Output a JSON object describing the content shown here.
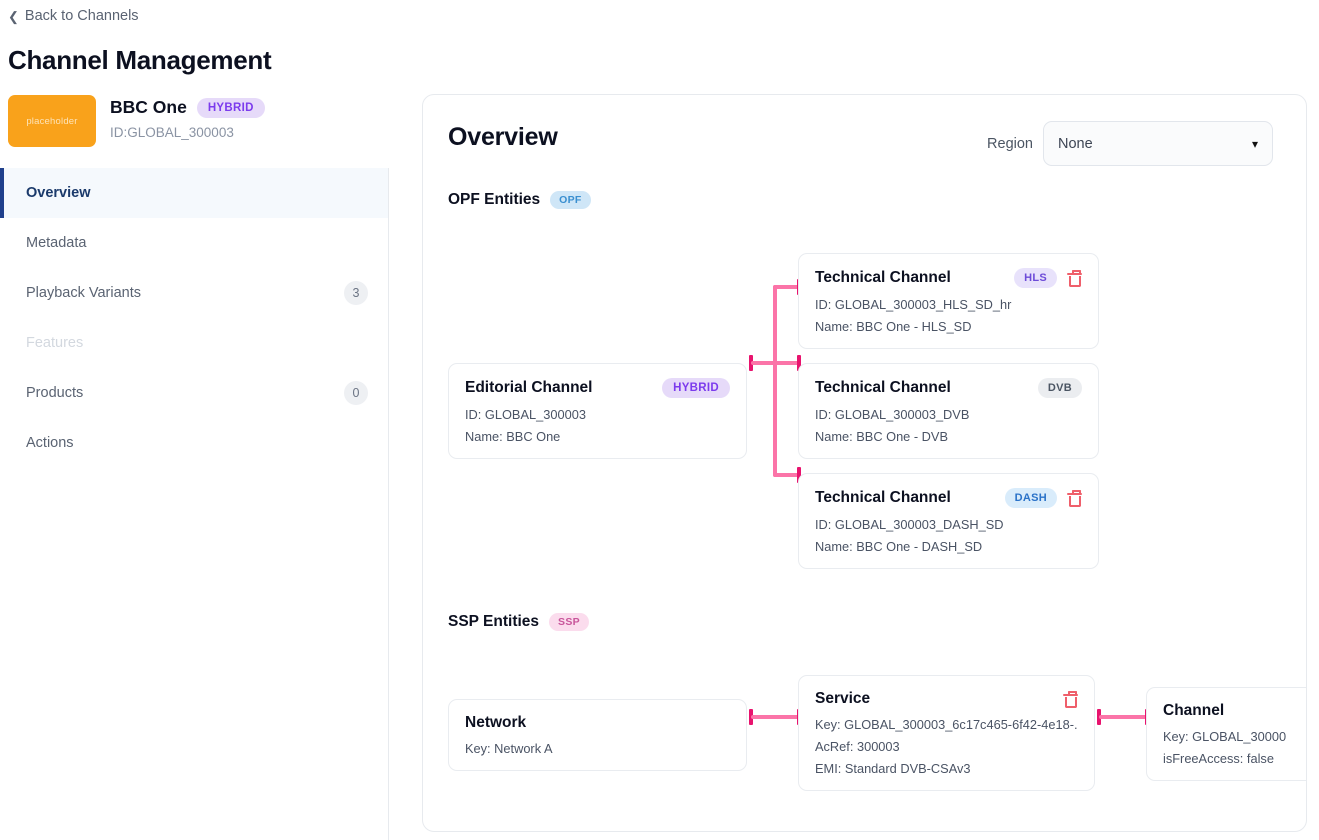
{
  "nav": {
    "back_label": "Back to Channels",
    "back_icon": "chevron-left-icon"
  },
  "page_title": "Channel Management",
  "channel_header": {
    "logo_text": "placeholder",
    "logo_color": "#F9A21B",
    "name": "BBC One",
    "badge": "HYBRID",
    "id_label": "ID:GLOBAL_300003"
  },
  "sidebar": {
    "items": [
      {
        "label": "Overview",
        "count": "",
        "active": true,
        "muted": false
      },
      {
        "label": "Metadata",
        "count": "",
        "active": false,
        "muted": false
      },
      {
        "label": "Playback Variants",
        "count": "3",
        "active": false,
        "muted": false
      },
      {
        "label": "Features",
        "count": "",
        "active": false,
        "muted": true
      },
      {
        "label": "Products",
        "count": "0",
        "active": false,
        "muted": false
      },
      {
        "label": "Actions",
        "count": "",
        "active": false,
        "muted": false
      }
    ]
  },
  "main": {
    "title": "Overview",
    "region": {
      "label": "Region",
      "value": "None",
      "chevron": "chevron-down-icon"
    },
    "sections": [
      {
        "heading": "OPF Entities",
        "badge": "OPF"
      },
      {
        "heading": "SSP Entities",
        "badge": "SSP"
      }
    ],
    "cards": {
      "editorial": {
        "title": "Editorial Channel",
        "badge": "HYBRID",
        "lines": [
          "ID: GLOBAL_300003",
          "Name: BBC One"
        ]
      },
      "hls": {
        "title": "Technical Channel",
        "badge": "HLS",
        "delete_icon": "trash-icon",
        "lines": [
          "ID: GLOBAL_300003_HLS_SD_hr",
          "Name: BBC One - HLS_SD"
        ]
      },
      "dvb": {
        "title": "Technical Channel",
        "badge": "DVB",
        "lines": [
          "ID: GLOBAL_300003_DVB",
          "Name: BBC One - DVB"
        ]
      },
      "dash": {
        "title": "Technical Channel",
        "badge": "DASH",
        "delete_icon": "trash-icon",
        "lines": [
          "ID: GLOBAL_300003_DASH_SD",
          "Name: BBC One - DASH_SD"
        ]
      },
      "network": {
        "title": "Network",
        "lines": [
          "Key: Network A"
        ]
      },
      "service": {
        "title": "Service",
        "delete_icon": "trash-icon",
        "lines": [
          "Key: GLOBAL_300003_6c17c465-6f42-4e18-...",
          "AcRef: 300003",
          "EMI: Standard DVB-CSAv3"
        ]
      },
      "channel": {
        "title": "Channel",
        "lines": [
          "Key: GLOBAL_30000",
          "isFreeAccess: false"
        ]
      }
    }
  },
  "colors": {
    "connector_line": "#FB74A8",
    "connector_cap": "#E8136E",
    "active_nav": "#20408C",
    "delete": "#EF5F6B"
  }
}
